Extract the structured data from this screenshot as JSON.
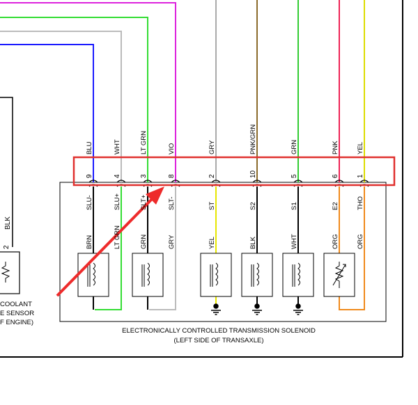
{
  "connector": {
    "pins": [
      {
        "pin": "9",
        "wire_color": "BLU",
        "terminal": "SLU-",
        "inner_wire": "BRN",
        "color": "#1a1aff"
      },
      {
        "pin": "4",
        "wire_color": "WHT",
        "terminal": "SLU+",
        "inner_wire": "LT GRN",
        "color": "#bbbbbb"
      },
      {
        "pin": "3",
        "wire_color": "LT GRN",
        "terminal": "SLT+",
        "inner_wire": "GRN",
        "color": "#33dd33"
      },
      {
        "pin": "8",
        "wire_color": "VIO",
        "terminal": "SLT-",
        "inner_wire": "GRY",
        "color": "#dd22dd"
      },
      {
        "pin": "2",
        "wire_color": "GRY",
        "terminal": "ST",
        "inner_wire": "YEL",
        "color": "#aaaaaa"
      },
      {
        "pin": "10",
        "wire_color": "PNK/GRN",
        "terminal": "S2",
        "inner_wire": "BLK",
        "color": "#8b6b2a"
      },
      {
        "pin": "5",
        "wire_color": "GRN",
        "terminal": "S1",
        "inner_wire": "WHT",
        "color": "#33cc33"
      },
      {
        "pin": "6",
        "wire_color": "PNK",
        "terminal": "E2",
        "inner_wire": "ORG",
        "color": "#ee2255"
      },
      {
        "pin": "1",
        "wire_color": "YEL",
        "terminal": "THO",
        "inner_wire": "ORG",
        "color": "#dddd00"
      }
    ]
  },
  "left_sensor": {
    "wire_color": "BLK",
    "pin": "2",
    "label_lines": [
      "COOLANT",
      "E SENSOR",
      "F ENGINE)"
    ]
  },
  "component": {
    "title": "ELECTRONICALLY CONTROLLED TRANSMISSION SOLENOID",
    "subtitle": "(LEFT SIDE OF TRANSAXLE)"
  },
  "colors": {
    "highlight": "#e0302e",
    "annotation_arrow": "#ee2b2b",
    "orange_wire": "#f08a1c",
    "yellow_wire": "#e6e600",
    "green_wire": "#33dd33",
    "gray_wire": "#bbbbbb"
  },
  "icons": [
    "annotation-arrow",
    "ground-symbol",
    "solenoid-coil",
    "thermistor"
  ]
}
